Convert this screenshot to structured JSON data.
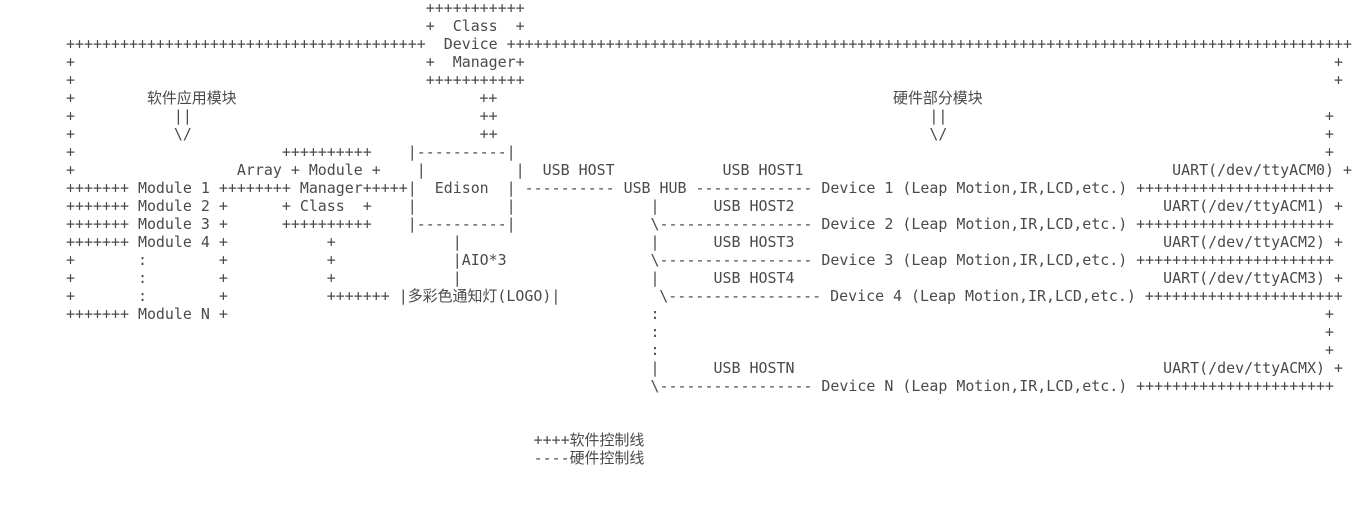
{
  "diagram": {
    "lines": [
      "                                        +++++++++++",
      "                                        +  Class  +",
      "++++++++++++++++++++++++++++++++++++++++  Device ++++++++++++++++++++++++++++++++++++++++++++++++++++++++++++++++++++++++++++++++++++++++++++++",
      "+                                       +  Manager+                                                                                          +",
      "+                                       +++++++++++                                                                                          +",
      "+        软件应用模块                           ++                                            硬件部分模块                                            +",
      "+           ||                                ++                                                ||                                          +",
      "+           \\/                                ++                                                \\/                                          +",
      "+                       ++++++++++    |----------|                                                                                          +",
      "+                  Array + Module +    |          |  USB HOST            USB HOST1                                         UART(/dev/ttyACM0) +",
      "+++++++ Module 1 ++++++++ Manager+++++|  Edison  | ---------- USB HUB ------------- Device 1 (Leap Motion,IR,LCD,etc.) ++++++++++++++++++++++",
      "+++++++ Module 2 +      + Class  +    |          |               |      USB HOST2                                         UART(/dev/ttyACM1) +",
      "+++++++ Module 3 +      ++++++++++    |----------|               \\----------------- Device 2 (Leap Motion,IR,LCD,etc.) ++++++++++++++++++++++",
      "+++++++ Module 4 +           +             |                     |      USB HOST3                                         UART(/dev/ttyACM2) +",
      "+       :        +           +             |AIO*3                \\----------------- Device 3 (Leap Motion,IR,LCD,etc.) ++++++++++++++++++++++",
      "+       :        +           +             |                     |      USB HOST4                                         UART(/dev/ttyACM3) +",
      "+       :        +           +++++++ |多彩色通知灯(LOGO)|           \\----------------- Device 4 (Leap Motion,IR,LCD,etc.) ++++++++++++++++++++++",
      "+++++++ Module N +                                               :                                                                          +",
      "                                                                 :                                                                          +",
      "                                                                 :                                                                          +",
      "                                                                 |      USB HOSTN                                         UART(/dev/ttyACMX) +",
      "                                                                 \\----------------- Device N (Leap Motion,IR,LCD,etc.) ++++++++++++++++++++++",
      "",
      "",
      "                                                    ++++软件控制线",
      "                                                    ----硬件控制线"
    ]
  }
}
